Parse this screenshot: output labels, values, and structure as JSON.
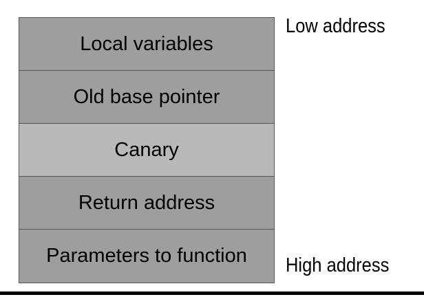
{
  "stack": [
    {
      "label": "Local variables",
      "color": "#9e9e9e"
    },
    {
      "label": "Old base pointer",
      "color": "#9e9e9e"
    },
    {
      "label": "Canary",
      "color": "#b9b9b9"
    },
    {
      "label": "Return address",
      "color": "#9e9e9e"
    },
    {
      "label": "Parameters to function",
      "color": "#9e9e9e"
    }
  ],
  "labels": {
    "low": "Low address",
    "high": "High address"
  }
}
